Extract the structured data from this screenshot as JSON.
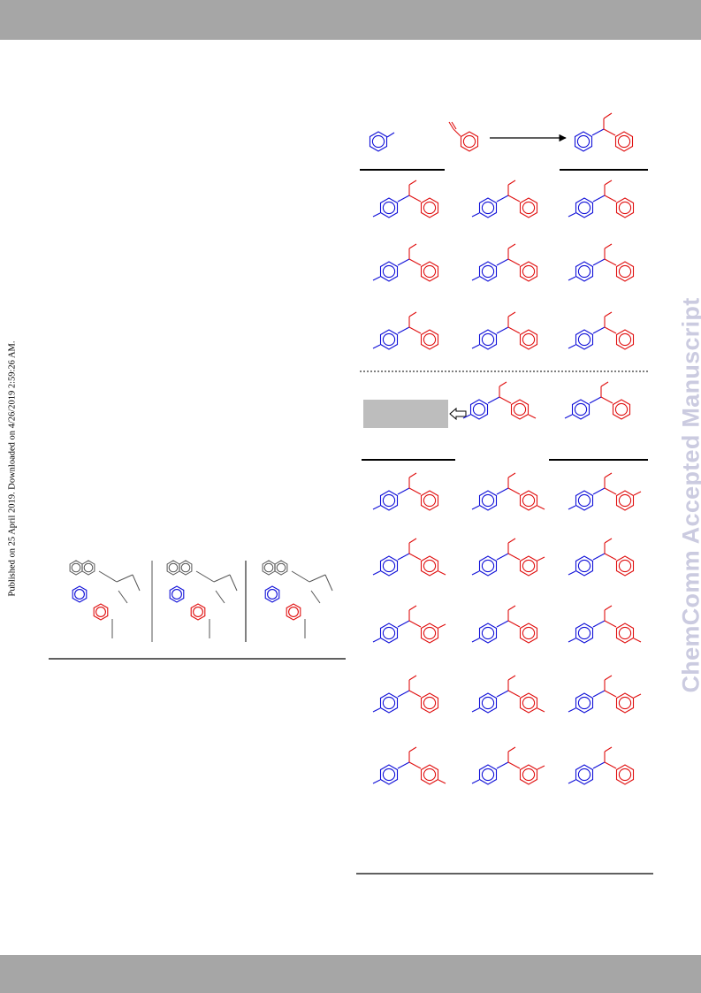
{
  "watermark": {
    "text": "ChemComm Accepted Manuscript",
    "color": "#cbcbe0"
  },
  "side_note": {
    "text": "Published on 25 April 2019. Downloaded on 4/26/2019 2:59:26 AM."
  },
  "colors": {
    "band": "#a6a6a6",
    "arene": "#1010d8",
    "alkene": "#e01010",
    "grey_box": "#bdbdbd"
  },
  "scheme": {
    "reaction_arrow": "right-arrow-icon",
    "product_grid_1": {
      "rows": 3,
      "cols": 3
    },
    "product_grid_2": {
      "rows": 5,
      "cols": 3
    }
  },
  "figure": {
    "panels": 3
  }
}
